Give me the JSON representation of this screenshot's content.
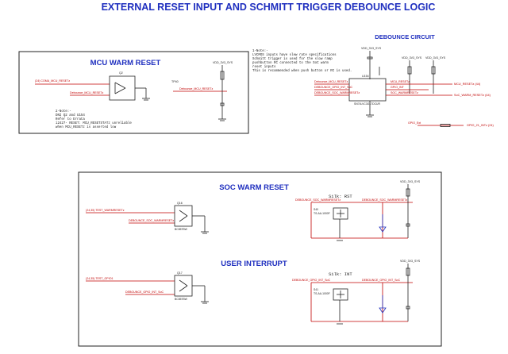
{
  "titles": {
    "main": "EXTERNAL RESET INPUT AND SCHMITT TRIGGER DEBOUNCE LOGIC",
    "debounce": "DEBOUNCE CIRCUIT",
    "mcu": "MCU WARM RESET",
    "soc": "SOC WARM RESET",
    "user": "USER INTERRUPT"
  },
  "notes": {
    "debounce": [
      "1-Note:-",
      "LVCMOS inputs have slew rate specifications",
      "Schmitt trigger is used for the slow ramp",
      "pushbutton RC connected to the SoC warm",
      "reset inputs",
      "This is recommended when push button or RC is used."
    ],
    "mcu": [
      "2-Note:-",
      "DNI Q2 and U154",
      "Refer to Errata",
      "i2427- RESET: MCU_RESETSTATz unreliable",
      "when MCU_RESETz is asserted low"
    ]
  },
  "labels": {
    "mcu_in": "(24) COMA_MCU_RESETz",
    "mcu_net": "Debounce_MCU_RESETz",
    "mcu_q": "Q2",
    "mcu_pwr": "VDD_3V3_SYS",
    "mcu_test": "TP40",
    "mcu_out_net": "Debounce_MCU_RESETz",
    "db_pwr1": "VDD_3V3_SYS",
    "db_pwr2": "VDD_3V3_SYS",
    "db_pwr3": "VDD_3V3_SYS",
    "db_u": "U154",
    "db_part": "SN74LVC3G17DCUR",
    "db_in1": "Debounce_MCU_RESETz",
    "db_in2": "DEBOUNCE_GPIO_INT_SoC",
    "db_in3": "DEBOUNCE_SOC_WARMRESETz",
    "db_out1": "MCU_RESETz",
    "db_out2": "GPIO_INT",
    "db_out3": "SOC_WARMRESETz",
    "db_out1_ref": "MCU_RESETz  (44)",
    "db_out3_ref": "SoC_WARM_RESETz  (44)",
    "gpio_in": "GPIO_Ext",
    "gpio_out": "GPIO_21_INTz  (24)",
    "soc_in": "(24,35)  TEST_WARMRESETz",
    "soc_net": "DEBOUNCE_SOC_WARMRESETz",
    "soc_q": "Q16",
    "soc_q_part": "BC857BW",
    "soc_sw_net": "DEBOUNCE_SOC_WARMRESETz",
    "soc_silk": "Silk: RST",
    "soc_sw": "S40",
    "soc_sw_part": "TS-AA-1000F",
    "soc_pwr": "VDD_3V3_SYS",
    "user_in": "(24,35)  TEST_GPIO1",
    "user_net": "DEBOUNCE_GPIO_INT_SoC",
    "user_q": "Q17",
    "user_q_part": "BC857BW",
    "user_sw_net": "DEBOUNCE_GPIO_INT_SoC",
    "user_silk": "Silk: INT",
    "user_sw": "S41",
    "user_sw_part": "TS-AA-1000F",
    "user_pwr": "VDD_3V3_SYS"
  }
}
